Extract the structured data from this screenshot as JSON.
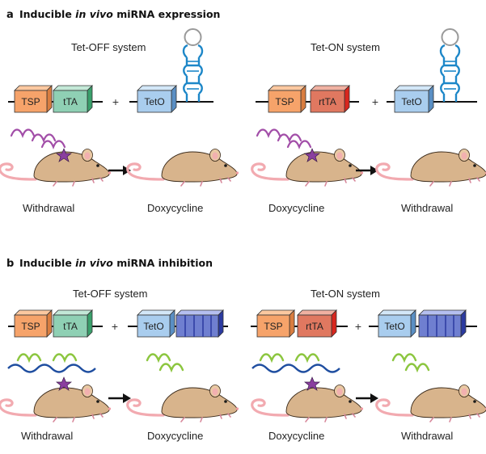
{
  "panels": [
    {
      "letter": "a",
      "title_pre": "Inducible ",
      "title_italic": "in vivo",
      "title_post": " miRNA expression",
      "systems": [
        {
          "name": "Tet-OFF system",
          "promoter": "TSP",
          "activator": "tTA",
          "operator": "TetO",
          "conditions": [
            "Withdrawal",
            "Doxycycline"
          ]
        },
        {
          "name": "Tet-ON system",
          "promoter": "TSP",
          "activator": "rtTA",
          "operator": "TetO",
          "conditions": [
            "Doxycycline",
            "Withdrawal"
          ]
        }
      ],
      "plus": "+"
    },
    {
      "letter": "b",
      "title_pre": "Inducible ",
      "title_italic": "in vivo",
      "title_post": " miRNA inhibition",
      "systems": [
        {
          "name": "Tet-OFF system",
          "promoter": "TSP",
          "activator": "tTA",
          "operator": "TetO",
          "conditions": [
            "Withdrawal",
            "Doxycycline"
          ]
        },
        {
          "name": "Tet-ON system",
          "promoter": "TSP",
          "activator": "rtTA",
          "operator": "TetO",
          "conditions": [
            "Doxycycline",
            "Withdrawal"
          ]
        }
      ],
      "plus": "+"
    }
  ],
  "colors": {
    "tsp": "#f6a36a",
    "tta": "#8fd0b4",
    "rtta": "#e07860",
    "teto": "#a9cdee",
    "sponge": "#6f7fd0",
    "hairpin": "#1d87c8",
    "mirna_purple": "#a24ea8",
    "mirna_green": "#8cc63f",
    "sponge_wave": "#1f4ea0",
    "mouse_body": "#d8b48c",
    "mouse_tail": "#f2aab0",
    "star": "#8a3f9f"
  }
}
